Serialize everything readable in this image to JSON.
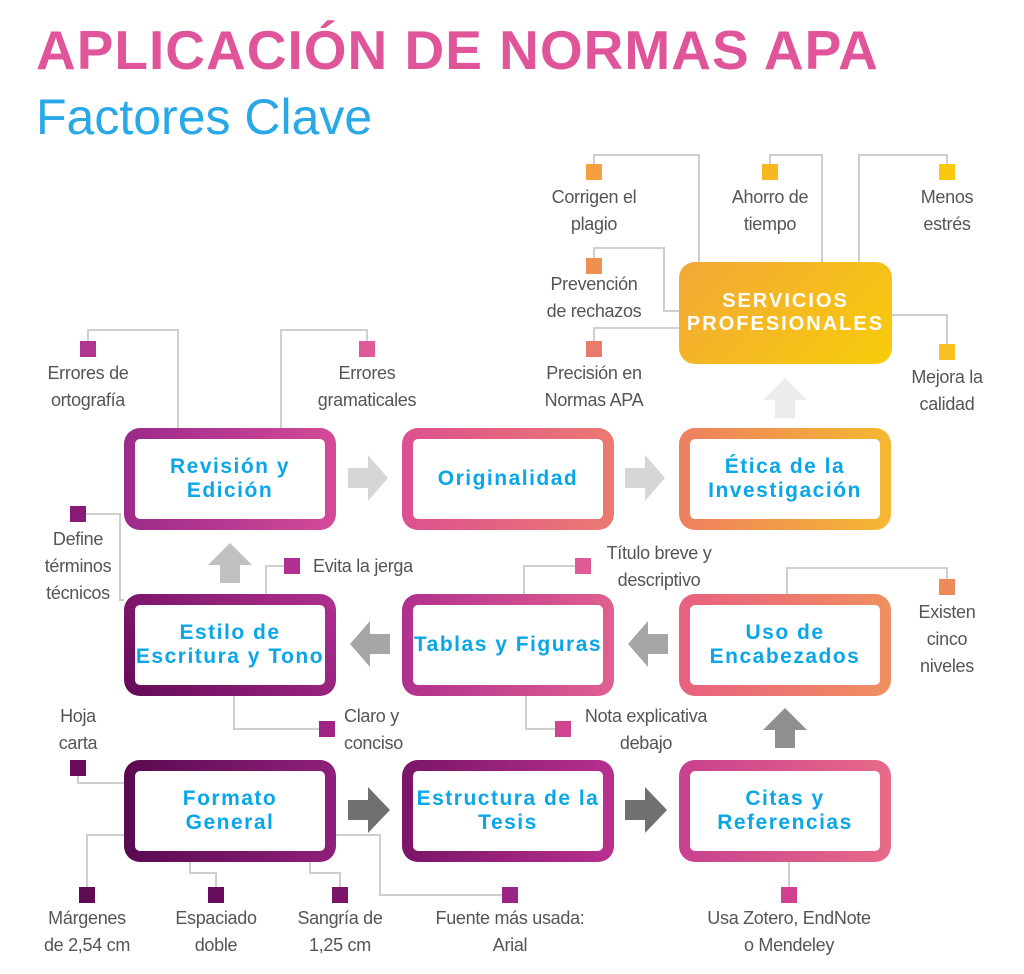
{
  "title": "APLICACIÓN DE NORMAS APA",
  "subtitle": "Factores Clave",
  "boxes": {
    "revision": "Revisión y Edición",
    "originalidad": "Originalidad",
    "etica": "Ética de la Investigación",
    "estilo": "Estilo de Escritura y Tono",
    "tablas": "Tablas y Figuras",
    "encabezados": "Uso de Encabezados",
    "formato": "Formato General",
    "estructura": "Estructura de la Tesis",
    "citas": "Citas y Referencias",
    "servicios": "SERVICIOS PROFESIONALES"
  },
  "notes": {
    "ortografia": "Errores de\nortografía",
    "gramaticales": "Errores\ngramaticales",
    "terminos": "Define\ntérminos\ntécnicos",
    "jerga": "Evita la jerga",
    "claro": "Claro y\nconciso",
    "hoja": "Hoja\ncarta",
    "margenes": "Márgenes\nde 2,54 cm",
    "espaciado": "Espaciado\ndoble",
    "sangria": "Sangría de\n1,25 cm",
    "fuente": "Fuente más usada:\nArial",
    "titulo": "Título breve y\ndescriptivo",
    "nota": "Nota explicativa\ndebajo",
    "niveles": "Existen\ncinco\nniveles",
    "zotero": "Usa Zotero, EndNote\no Mendeley",
    "plagio": "Corrigen el\nplagio",
    "ahorro": "Ahorro de\ntiempo",
    "estres": "Menos\nestrés",
    "rechazos": "Prevención\nde rechazos",
    "precision": "Precisión en\nNormas APA",
    "calidad": "Mejora la\ncalidad"
  },
  "colors": {
    "title": "#e0559a",
    "subtitle": "#29a8e8",
    "box_text": "#0aa6e8"
  }
}
